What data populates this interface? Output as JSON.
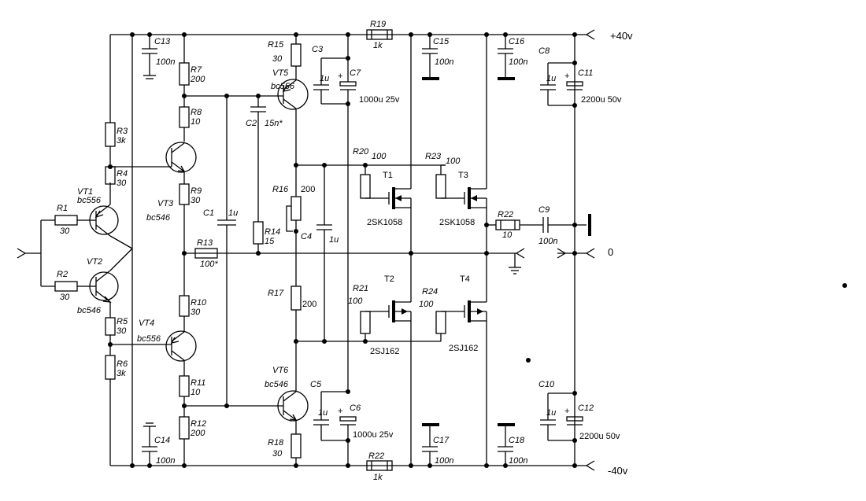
{
  "rails": {
    "pos": "+40v",
    "gnd": "0",
    "neg": "-40v"
  },
  "resistors": {
    "R1": {
      "ref": "R1",
      "val": "30"
    },
    "R2": {
      "ref": "R2",
      "val": "30"
    },
    "R3": {
      "ref": "R3",
      "val": "3k"
    },
    "R4": {
      "ref": "R4",
      "val": "30"
    },
    "R5": {
      "ref": "R5",
      "val": "30"
    },
    "R6": {
      "ref": "R6",
      "val": "3k"
    },
    "R7": {
      "ref": "R7",
      "val": "200"
    },
    "R8": {
      "ref": "R8",
      "val": "10"
    },
    "R9": {
      "ref": "R9",
      "val": "30"
    },
    "R10": {
      "ref": "R10",
      "val": "30"
    },
    "R11": {
      "ref": "R11",
      "val": "10"
    },
    "R12": {
      "ref": "R12",
      "val": "200"
    },
    "R13": {
      "ref": "R13",
      "val": "100*"
    },
    "R14": {
      "ref": "R14",
      "val": "15"
    },
    "R15": {
      "ref": "R15",
      "val": "30"
    },
    "R16": {
      "ref": "R16",
      "val": "200"
    },
    "R17": {
      "ref": "R17",
      "val": "200"
    },
    "R18": {
      "ref": "R18",
      "val": "30"
    },
    "R19": {
      "ref": "R19",
      "val": "1k"
    },
    "R20": {
      "ref": "R20",
      "val": "100"
    },
    "R21": {
      "ref": "R21",
      "val": "100"
    },
    "R22a": {
      "ref": "R22",
      "val": "10"
    },
    "R22b": {
      "ref": "R22",
      "val": "1k"
    },
    "R23": {
      "ref": "R23",
      "val": "100"
    },
    "R24": {
      "ref": "R24",
      "val": "100"
    }
  },
  "capacitors": {
    "C1": {
      "ref": "C1",
      "val": "1u"
    },
    "C2": {
      "ref": "C2",
      "val": "15n*"
    },
    "C3": {
      "ref": "C3",
      "val": "1u"
    },
    "C4": {
      "ref": "C4",
      "val": "1u"
    },
    "C5": {
      "ref": "C5",
      "val": "1u"
    },
    "C6": {
      "ref": "C6",
      "val": "1000u 25v"
    },
    "C7": {
      "ref": "C7",
      "val": "1000u 25v"
    },
    "C8": {
      "ref": "C8",
      "val": "1u"
    },
    "C9": {
      "ref": "C9",
      "val": "100n"
    },
    "C10": {
      "ref": "C10",
      "val": "1u"
    },
    "C11": {
      "ref": "C11",
      "val": "2200u 50v"
    },
    "C12": {
      "ref": "C12",
      "val": "2200u 50v"
    },
    "C13": {
      "ref": "C13",
      "val": "100n"
    },
    "C14": {
      "ref": "C14",
      "val": "100n"
    },
    "C15": {
      "ref": "C15",
      "val": "100n"
    },
    "C16": {
      "ref": "C16",
      "val": "100n"
    },
    "C17": {
      "ref": "C17",
      "val": "100n"
    },
    "C18": {
      "ref": "C18",
      "val": "100n"
    }
  },
  "transistors": {
    "VT1": {
      "ref": "VT1",
      "type": "bc556"
    },
    "VT2": {
      "ref": "VT2",
      "type": "bc546"
    },
    "VT3": {
      "ref": "VT3",
      "type": "bc546"
    },
    "VT4": {
      "ref": "VT4",
      "type": "bc556"
    },
    "VT5": {
      "ref": "VT5",
      "type": "bc556"
    },
    "VT6": {
      "ref": "VT6",
      "type": "bc546"
    },
    "T1": {
      "ref": "T1",
      "type": "2SK1058"
    },
    "T2": {
      "ref": "T2",
      "type": "2SJ162"
    },
    "T3": {
      "ref": "T3",
      "type": "2SK1058"
    },
    "T4": {
      "ref": "T4",
      "type": "2SJ162"
    }
  },
  "plus_sign": "+"
}
